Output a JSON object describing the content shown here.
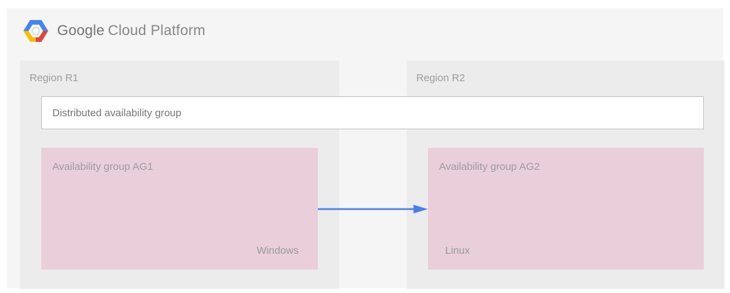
{
  "header": {
    "brand": "Google",
    "product": "Cloud Platform"
  },
  "diagram": {
    "regions": [
      {
        "label": "Region R1"
      },
      {
        "label": "Region R2"
      }
    ],
    "distributed_group": {
      "label": "Distributed availability group"
    },
    "availability_groups": [
      {
        "label": "Availability group AG1",
        "os": "Windows"
      },
      {
        "label": "Availability group AG2",
        "os": "Linux"
      }
    ],
    "arrow": {
      "from": "Availability group AG1",
      "to": "Availability group AG2",
      "direction": "left-to-right"
    }
  },
  "colors": {
    "panel_bg": "#f5f5f5",
    "region_bg": "#ececec",
    "availability_group_bg": "#e9cfda",
    "dag_box_border": "#c3c3c3",
    "arrow_blue": "#4480ee",
    "logo_blue": "#4285f4",
    "logo_red": "#e34639",
    "logo_yellow": "#fbbc05"
  }
}
